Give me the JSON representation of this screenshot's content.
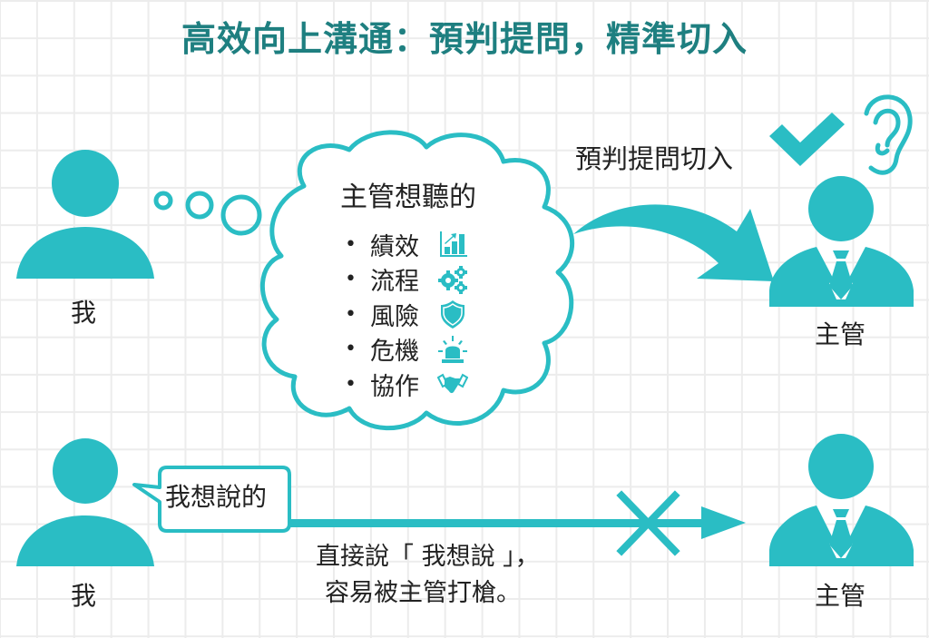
{
  "title": "高效向上溝通：預判提問，精準切入",
  "colors": {
    "teal": "#2abdc4",
    "title": "#1e7f80",
    "text": "#222222",
    "grid": "#ececec"
  },
  "top_scene": {
    "me_label": "我",
    "cloud": {
      "heading": "主管想聽的",
      "items": [
        {
          "bullet": "•",
          "label": "績效",
          "icon": "bar-chart-growth-icon"
        },
        {
          "bullet": "•",
          "label": "流程",
          "icon": "gears-icon"
        },
        {
          "bullet": "•",
          "label": "風險",
          "icon": "shield-icon"
        },
        {
          "bullet": "•",
          "label": "危機",
          "icon": "siren-alarm-icon"
        },
        {
          "bullet": "•",
          "label": "協作",
          "icon": "handshake-icon"
        }
      ]
    },
    "arrow_label": "預判提問切入",
    "approval_icon": "checkmark-icon",
    "listening_icon": "ear-icon",
    "manager_label": "主管"
  },
  "bottom_scene": {
    "me_label": "我",
    "speech_bubble": "我想說的",
    "blocked_icon": "x-mark-icon",
    "caption_line1": "直接說「 我想說 」，",
    "caption_line2": "容易被主管打槍。",
    "manager_label": "主管"
  }
}
